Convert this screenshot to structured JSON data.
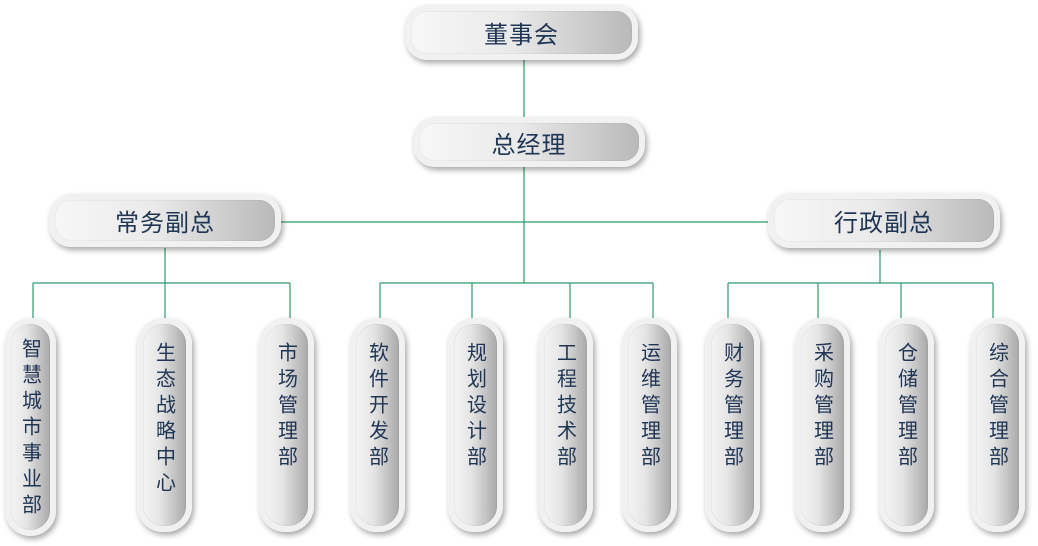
{
  "org": {
    "board": "董事会",
    "gm": "总经理",
    "evp": "常务副总",
    "avp": "行政副总",
    "departments": [
      "智慧城市事业部",
      "生态战略中心",
      "市场管理部",
      "软件开发部",
      "规划设计部",
      "工程技术部",
      "运维管理部",
      "财务管理部",
      "采购管理部",
      "仓储管理部",
      "综合管理部"
    ]
  },
  "colors": {
    "connector": "#2e9b6a",
    "text": "#1f3554"
  }
}
